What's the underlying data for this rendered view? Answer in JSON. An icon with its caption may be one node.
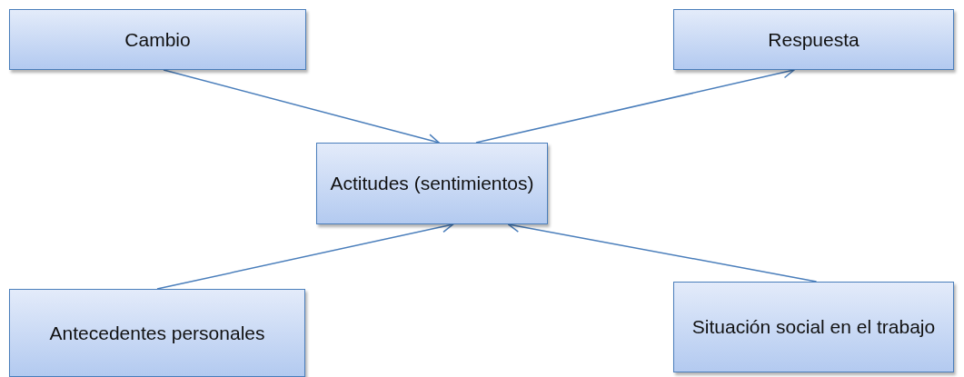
{
  "diagram": {
    "nodes": [
      {
        "text": [
          "Cambio"
        ]
      },
      {
        "text": [
          "Respuesta"
        ]
      },
      {
        "text": [
          "Actitudes (sentimientos)"
        ]
      },
      {
        "text": [
          "Antecedentes personales"
        ]
      },
      {
        "text": [
          "Situación social en el trabajo"
        ]
      }
    ],
    "edges": [
      {
        "from": 0,
        "to": 2,
        "arrow": "to"
      },
      {
        "from": 2,
        "to": 1,
        "arrow": "to"
      },
      {
        "from": 3,
        "to": 2,
        "arrow": "to"
      },
      {
        "from": 4,
        "to": 2,
        "arrow": "to"
      }
    ]
  }
}
